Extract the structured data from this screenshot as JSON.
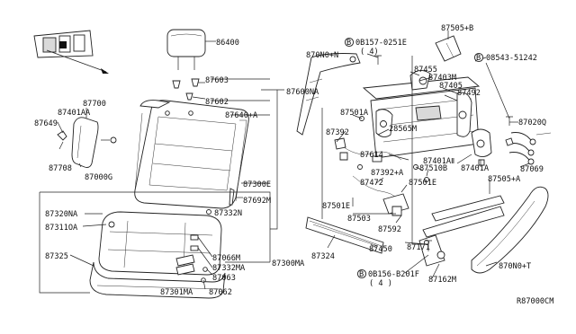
{
  "diagram_code": "R87000CM",
  "parts": {
    "p86400": "86400",
    "p87603": "87603",
    "p87602": "87602",
    "p87600na": "87600NA",
    "p87640a": "87640+A",
    "p87700": "87700",
    "p87401aa": "87401AA",
    "p87649": "87649",
    "p87708": "87708",
    "p87000g": "87000G",
    "p87300e": "87300E",
    "p87692m": "87692M",
    "p87332n": "87332N",
    "p87320na": "87320NA",
    "p87311oa": "87311OA",
    "p87325": "87325",
    "p87066m": "87066M",
    "p87332ma": "87332MA",
    "p87063": "87063",
    "p87301ma": "87301MA",
    "p87062": "87062",
    "p87300ma": "87300MA",
    "p87505b": "87505+B",
    "p08157": "0B157-0251E",
    "p08157q": "( 4)",
    "p87070n": "870N0+N",
    "p87455": "87455",
    "p87403m": "87403M",
    "p87405": "87405",
    "p08543": "08543-51242",
    "p87492": "87492",
    "p87501a": "87501A",
    "p28565m": "28565M",
    "p87020q": "87020Q",
    "p87392": "87392",
    "p87614": "87614",
    "p87401ab": "87401AⅡ",
    "p87392a": "87392+A",
    "p87510b": "87510B",
    "p87401a": "87401A",
    "p87069": "87069",
    "p87472": "87472",
    "p87501e": "87501E",
    "p87505a": "87505+A",
    "p87501e2": "87501E",
    "p87503": "87503",
    "p87592": "87592",
    "p87450": "87450",
    "p87324": "87324",
    "p87171": "87171",
    "p87162m": "87162M",
    "p08156": "0B156-B201F",
    "p08156q": "( 4 )",
    "p87070t": "870N0+T",
    "circle_b": "B"
  }
}
